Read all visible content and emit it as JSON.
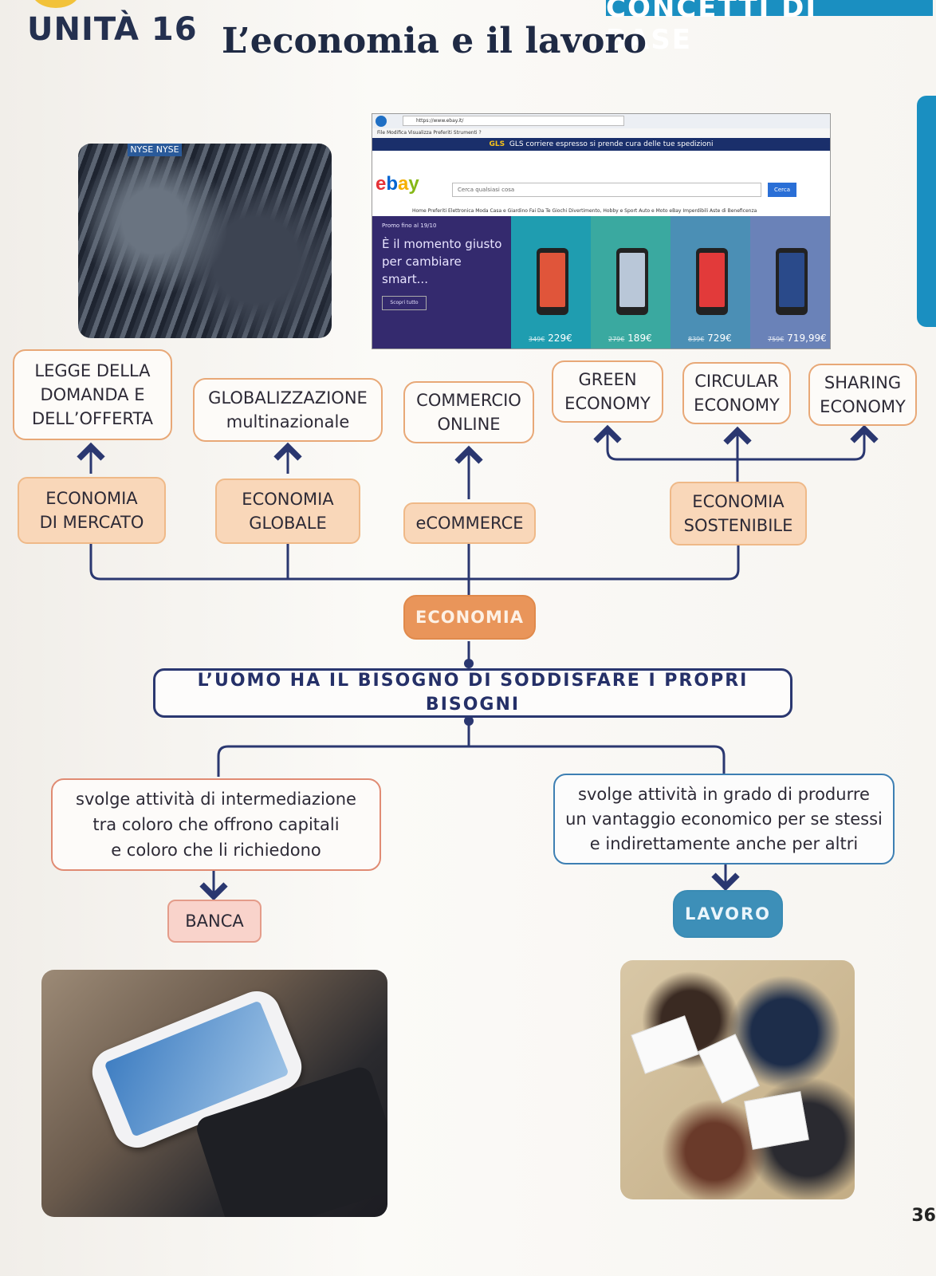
{
  "header": {
    "unit": "UNITÀ 16",
    "title": "L’economia e il lavoro",
    "band_text": "CONCETTI DI BASE",
    "page_number": "36"
  },
  "browser": {
    "url": "https://www.ebay.it/",
    "menu": "File  Modifica  Visualizza  Preferiti  Strumenti  ?",
    "banner_brand": "GLS",
    "banner": "GLS corriere espresso si prende cura delle tue spedizioni",
    "logo": "ebay",
    "search_placeholder": "Cerca qualsiasi cosa",
    "search_button": "Cerca",
    "nav": "Home   Preferiti   Elettronica   Moda   Casa e Giardino   Fai Da Te   Giochi   Divertimento, Hobby e Sport   Auto e Moto   eBay Imperdibili   Aste di Beneficenza",
    "promo_small": "Promo fino al 19/10",
    "promo_big": "È il momento giusto per cambiare smart...",
    "promo_button": "Scopri tutto",
    "cards": [
      {
        "old": "349€",
        "price": "229€",
        "color": "#1f9db0"
      },
      {
        "old": "279€",
        "price": "189€",
        "color": "#3aa9a0"
      },
      {
        "old": "839€",
        "price": "729€",
        "color": "#4b8fb5"
      },
      {
        "old": "759€",
        "price": "719,99€",
        "color": "#6a82b8"
      }
    ]
  },
  "photos": {
    "nyse_sign": "NYSE  NYSE"
  },
  "diagram": {
    "top": [
      {
        "id": "legge",
        "text": "LEGGE DELLA\nDOMANDA E\nDELL’OFFERTA"
      },
      {
        "id": "glob",
        "text": "GLOBALIZZAZIONE\nmultinazionale"
      },
      {
        "id": "commercio",
        "text": "COMMERCIO\nONLINE"
      },
      {
        "id": "green",
        "text": "GREEN\nECONOMY"
      },
      {
        "id": "circular",
        "text": "CIRCULAR\nECONOMY"
      },
      {
        "id": "sharing",
        "text": "SHARING\nECONOMY"
      }
    ],
    "middle": [
      {
        "id": "mercato",
        "text": "ECONOMIA\nDI MERCATO"
      },
      {
        "id": "globale",
        "text": "ECONOMIA\nGLOBALE"
      },
      {
        "id": "ecommerce",
        "text": "eCOMMERCE"
      },
      {
        "id": "sostenibile",
        "text": "ECONOMIA\nSOSTENIBILE"
      }
    ],
    "center": "ECONOMIA",
    "need": "L’UOMO HA IL BISOGNO DI SODDISFARE I PROPRI BISOGNI",
    "left_desc": "svolge attività di intermediazione\ntra coloro che offrono capitali\ne coloro che li richiedono",
    "right_desc": "svolge attività in grado di produrre\nun vantaggio economico per se stessi\ne indirettamente anche per altri",
    "banca": "BANCA",
    "lavoro": "LAVORO"
  },
  "colors": {
    "navy": "#2a3770",
    "orange": "#e9955a",
    "blue": "#3d8fb8"
  }
}
